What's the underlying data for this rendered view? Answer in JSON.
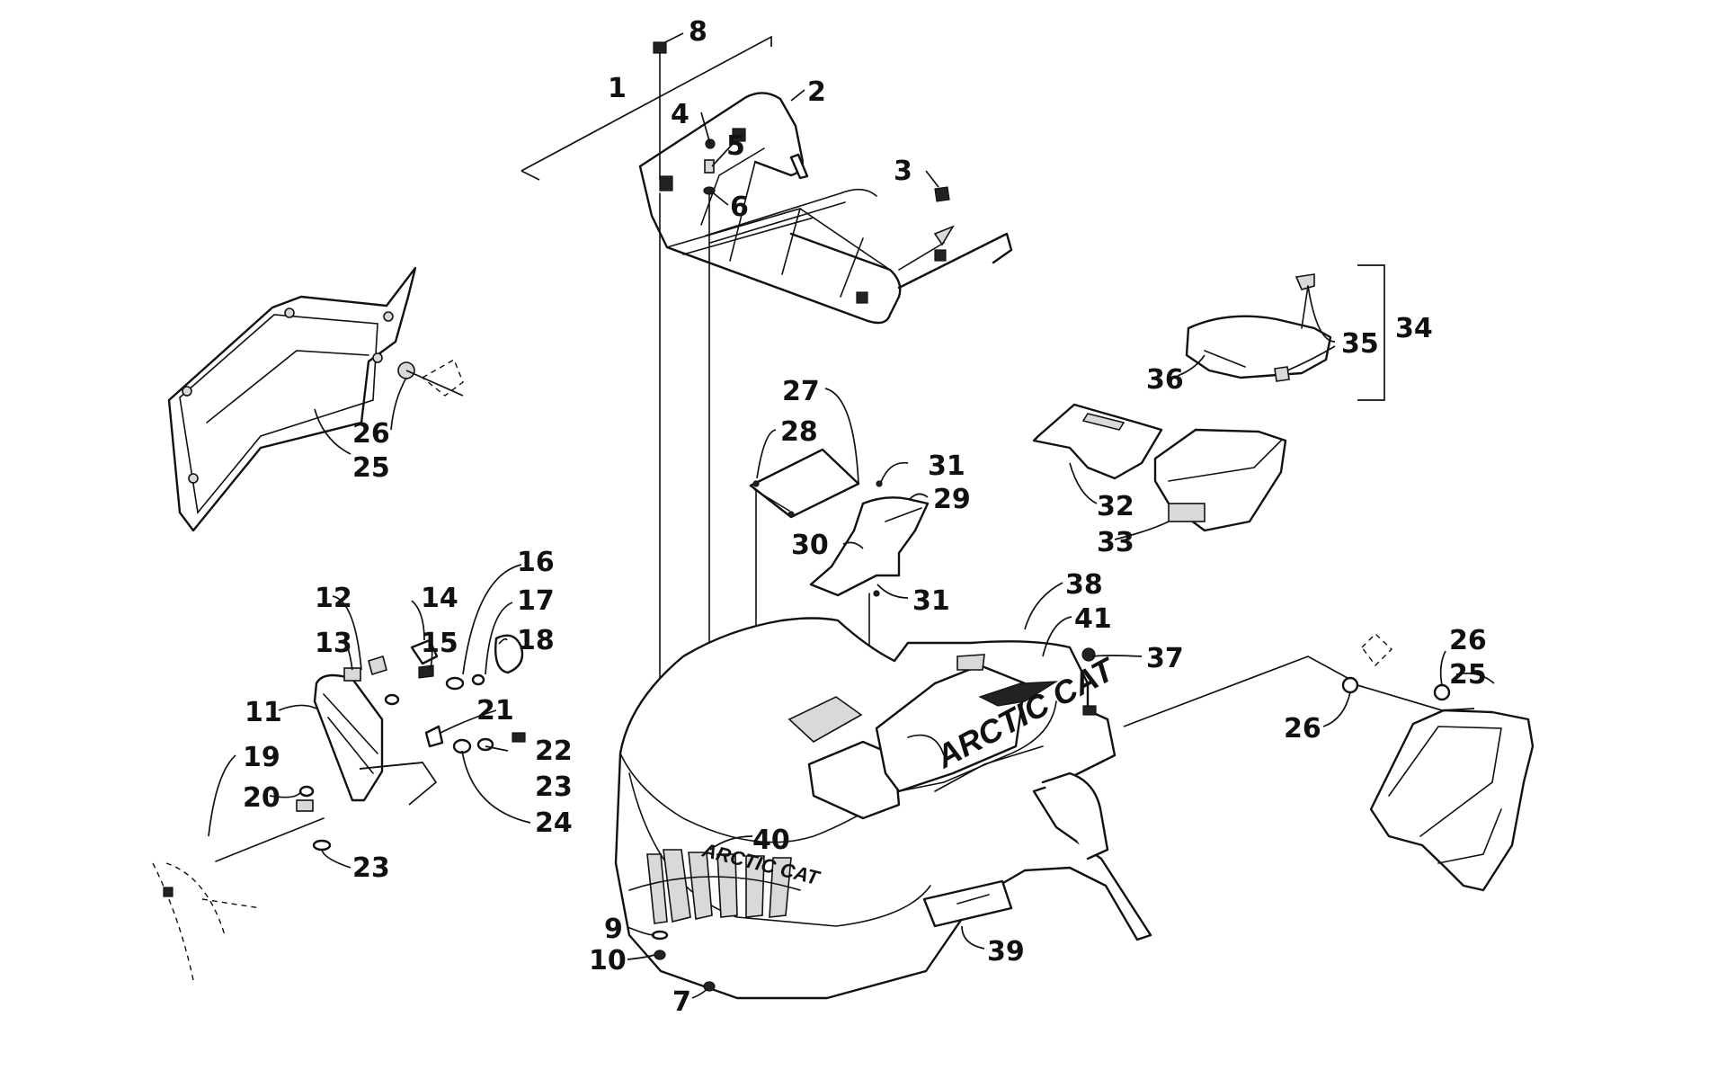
{
  "brand_text": "ARCTIC CAT",
  "callouts": {
    "c1": "1",
    "c2": "2",
    "c3": "3",
    "c4": "4",
    "c5": "5",
    "c6": "6",
    "c7": "7",
    "c8": "8",
    "c9": "9",
    "c10": "10",
    "c11": "11",
    "c12": "12",
    "c13": "13",
    "c14": "14",
    "c15": "15",
    "c16": "16",
    "c17": "17",
    "c18": "18",
    "c19": "19",
    "c20": "20",
    "c21": "21",
    "c22": "22",
    "c23a": "23",
    "c23b": "23",
    "c24": "24",
    "c25a": "25",
    "c25b": "25",
    "c26a": "26",
    "c26b": "26",
    "c26c": "26",
    "c27": "27",
    "c28": "28",
    "c29": "29",
    "c30": "30",
    "c31a": "31",
    "c31b": "31",
    "c32": "32",
    "c33": "33",
    "c34": "34",
    "c35": "35",
    "c36": "36",
    "c37": "37",
    "c38": "38",
    "c39": "39",
    "c40": "40",
    "c41": "41"
  }
}
